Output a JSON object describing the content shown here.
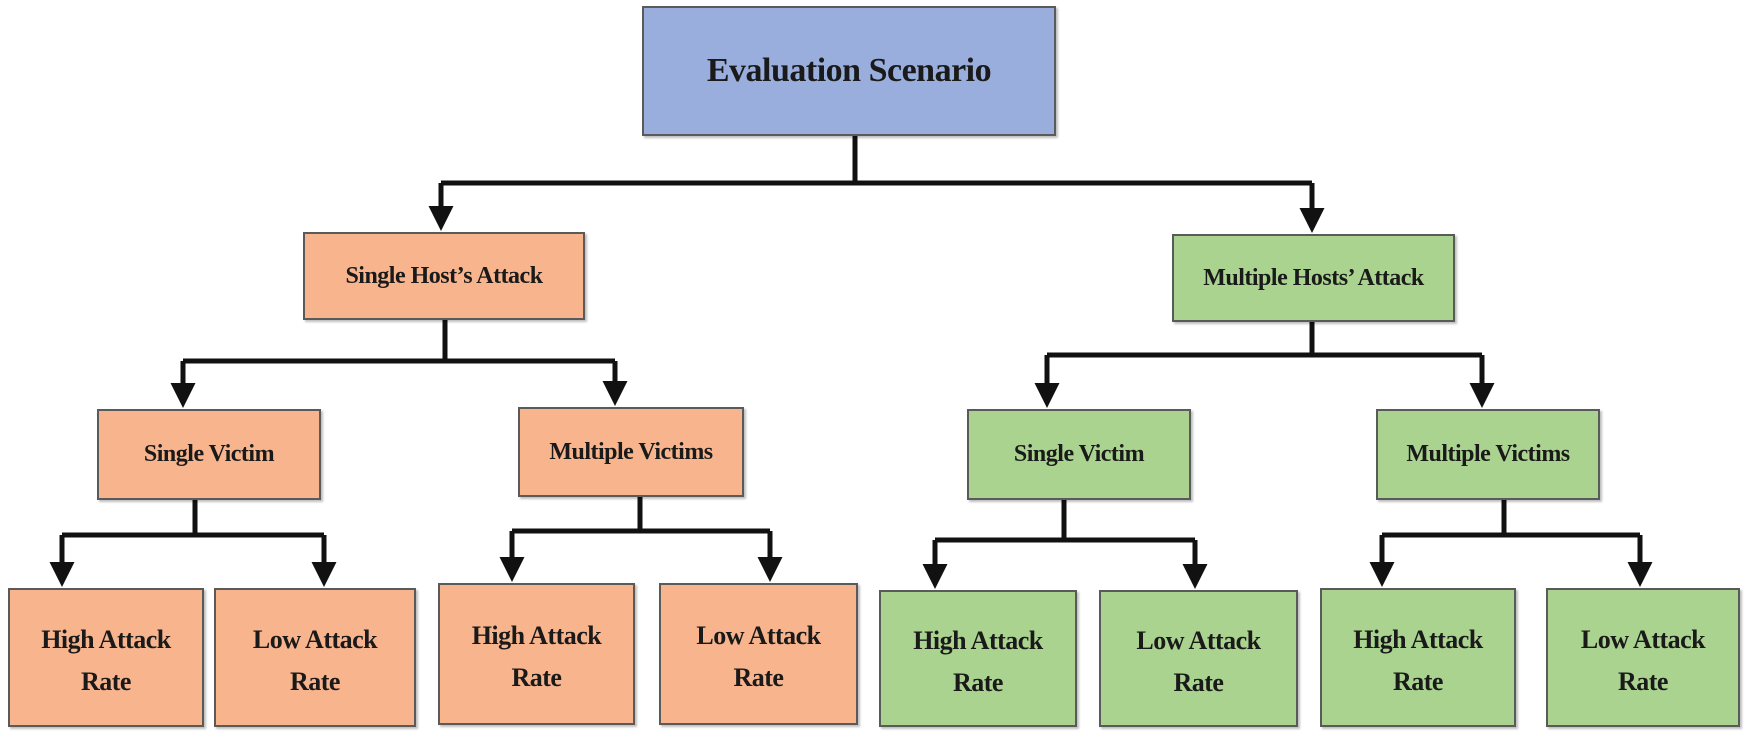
{
  "colors": {
    "root": "#9aaede",
    "single_host": "#f7b48d",
    "multiple_hosts": "#a9d38f",
    "connector": "#111111"
  },
  "root": {
    "label": "Evaluation Scenario"
  },
  "single_host": {
    "label": "Single Host’s Attack",
    "single_victim": {
      "label": "Single Victim",
      "high": "High Attack\nRate",
      "low": "Low  Attack\nRate"
    },
    "multiple_victims": {
      "label": "Multiple Victims",
      "high": "High Attack\nRate",
      "low": "Low  Attack\nRate"
    }
  },
  "multiple_hosts": {
    "label": "Multiple Hosts’  Attack",
    "single_victim": {
      "label": "Single Victim",
      "high": "High Attack\nRate",
      "low": "Low  Attack\nRate"
    },
    "multiple_victims": {
      "label": "Multiple Victims",
      "high": "High Attack\nRate",
      "low": "Low  Attack\nRate"
    }
  }
}
